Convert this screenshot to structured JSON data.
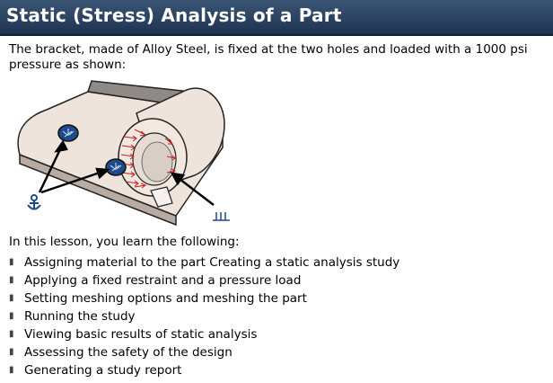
{
  "header": {
    "title": "Static (Stress) Analysis of a Part"
  },
  "intro_text": "The bracket, made of Alloy Steel, is fixed at the two holes and loaded with a 1000 psi pressure as shown:",
  "lesson": {
    "heading": "In this lesson, you learn the following:",
    "items": [
      "Assigning material to the part Creating a static analysis study",
      "Applying a fixed restraint and a pressure load",
      "Setting meshing options and meshing the part",
      "Running the study",
      "Viewing basic results of static analysis",
      "Assessing the safety of the design",
      "Generating a study report"
    ]
  },
  "figure": {
    "part_color": "#efe4dc",
    "edge_color": "#222222",
    "restraint_color": "#1f4a8a",
    "load_color": "#cc1c1c"
  }
}
